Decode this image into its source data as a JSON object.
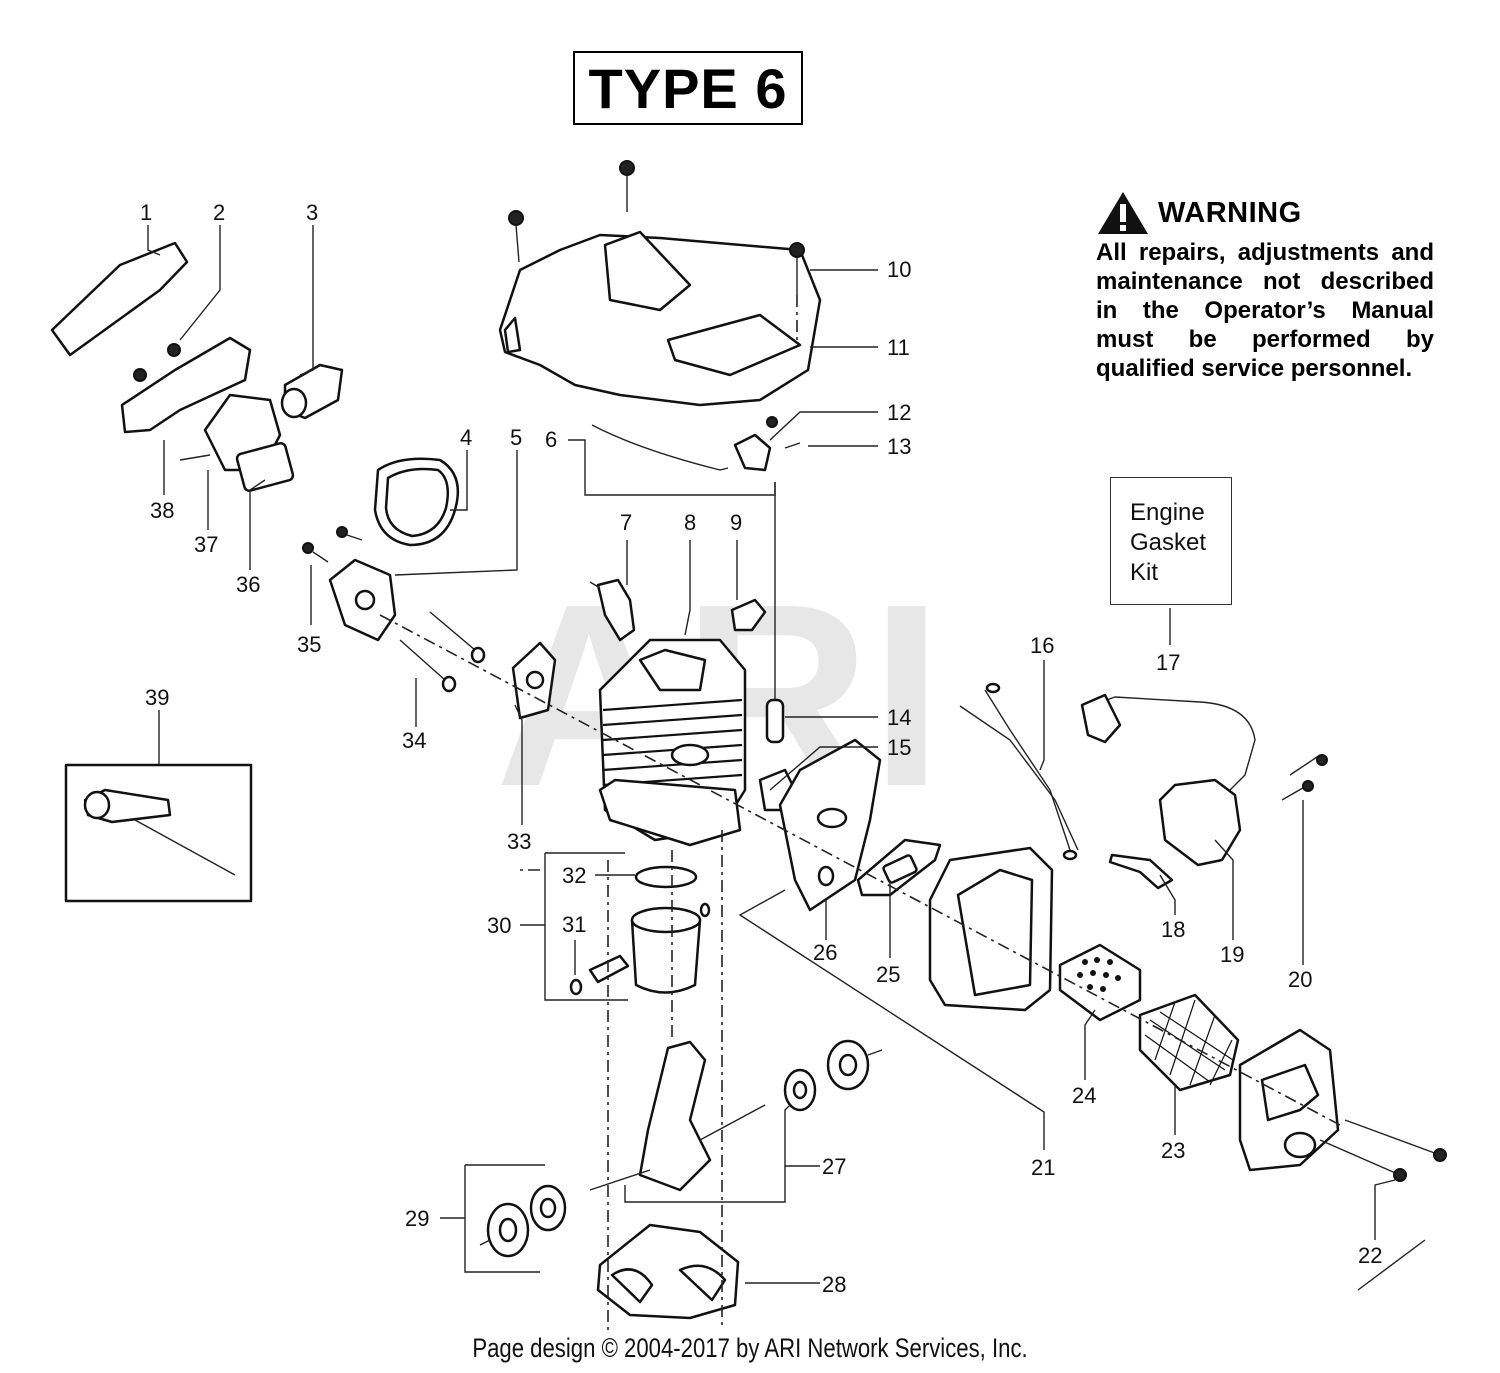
{
  "title": "TYPE 6",
  "warning": {
    "heading": "WARNING",
    "text": "All repairs, adjustments and maintenance not described in the Operator’s Manual must be performed by qualified service personnel."
  },
  "kit": {
    "line1": "Engine",
    "line2": "Gasket",
    "line3": "Kit"
  },
  "watermark": "ARI",
  "footer": "Page design © 2004-2017 by ARI Network Services, Inc.",
  "callouts": {
    "n1": "1",
    "n2": "2",
    "n3": "3",
    "n4": "4",
    "n5": "5",
    "n6": "6",
    "n7": "7",
    "n8": "8",
    "n9": "9",
    "n10": "10",
    "n11": "11",
    "n12": "12",
    "n13": "13",
    "n14": "14",
    "n15": "15",
    "n16": "16",
    "n17": "17",
    "n18": "18",
    "n19": "19",
    "n20": "20",
    "n21": "21",
    "n22": "22",
    "n23": "23",
    "n24": "24",
    "n25": "25",
    "n26": "26",
    "n27": "27",
    "n28": "28",
    "n29": "29",
    "n30": "30",
    "n31": "31",
    "n32": "32",
    "n33": "33",
    "n34": "34",
    "n35": "35",
    "n36": "36",
    "n37": "37",
    "n38": "38",
    "n39": "39"
  }
}
